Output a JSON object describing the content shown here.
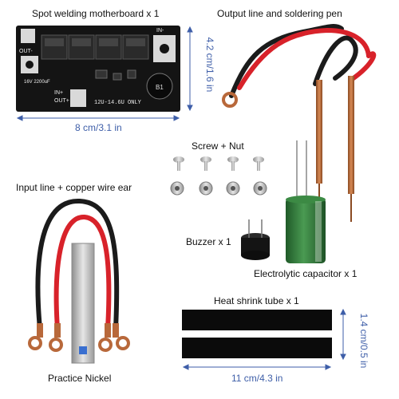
{
  "labels": {
    "board": "Spot welding motherboard x 1",
    "output": "Output line and soldering pen",
    "screw": "Screw + Nut",
    "input": "Input line + copper wire ear",
    "buzzer": "Buzzer x 1",
    "capacitor": "Electrolytic capacitor x 1",
    "heat_shrink": "Heat shrink tube x 1",
    "nickel": "Practice Nickel"
  },
  "dimensions": {
    "board_width": "8 cm/3.1 in",
    "board_height": "4.2 cm/1.6 in",
    "tube_length": "11 cm/4.3 in",
    "tube_width": "1.4 cm/0.5 in"
  },
  "board_text": {
    "in_plus": "IN+",
    "in_minus": "IN-",
    "out_plus": "OUT+",
    "out_minus": "OUT-",
    "voltage": "12U-14.6U ONLY",
    "cap_spec": "16V 2200uF",
    "buzzer_mark": "B1"
  },
  "colors": {
    "dimension": "#3e5ea8",
    "board": "#141414",
    "wire_red": "#d8222a",
    "wire_black": "#1b1b1b",
    "copper": "#b8683a",
    "capacitor": "#2f7a3a"
  }
}
